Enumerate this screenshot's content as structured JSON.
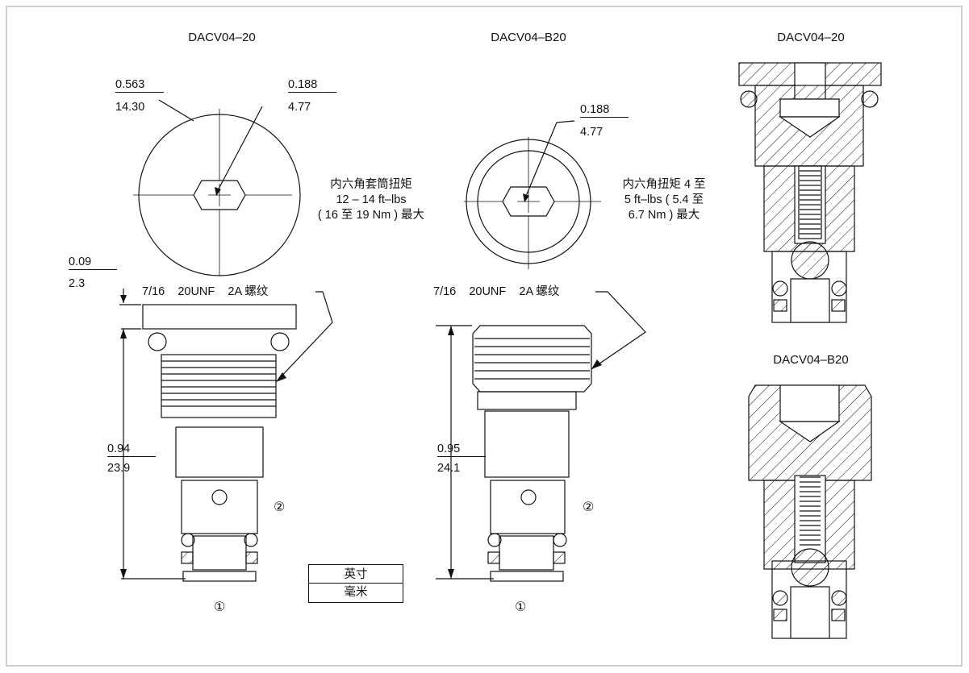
{
  "titles": {
    "left": "DACV04–20",
    "middle": "DACV04–B20",
    "right_top": "DACV04–20",
    "right_bottom": "DACV04–B20"
  },
  "dims": {
    "d563_in": "0.563",
    "d563_mm": "14.30",
    "d188a_in": "0.188",
    "d188a_mm": "4.77",
    "d188b_in": "0.188",
    "d188b_mm": "4.77",
    "d09_in": "0.09",
    "d09_mm": "2.3",
    "d94_in": "0.94",
    "d94_mm": "23.9",
    "d95_in": "0.95",
    "d95_mm": "24.1"
  },
  "notes": {
    "torque1": [
      "内六角套筒扭矩",
      "12 – 14 ft–lbs",
      "( 16 至 19 Nm ) 最大"
    ],
    "torque2": [
      "内六角扭矩 4 至",
      "5 ft–lbs ( 5.4 至",
      "6.7 Nm ) 最大"
    ],
    "thread1": "7/16    20UNF    2A 螺纹",
    "thread2": "7/16    20UNF    2A 螺纹"
  },
  "markers": {
    "m1a": "①",
    "m1b": "①",
    "m2a": "②",
    "m2b": "②"
  },
  "units_box": {
    "top": "英寸",
    "bottom": "毫米"
  },
  "colors": {
    "line": "#111111",
    "frame": "#bdbdbd",
    "background": "#ffffff"
  }
}
